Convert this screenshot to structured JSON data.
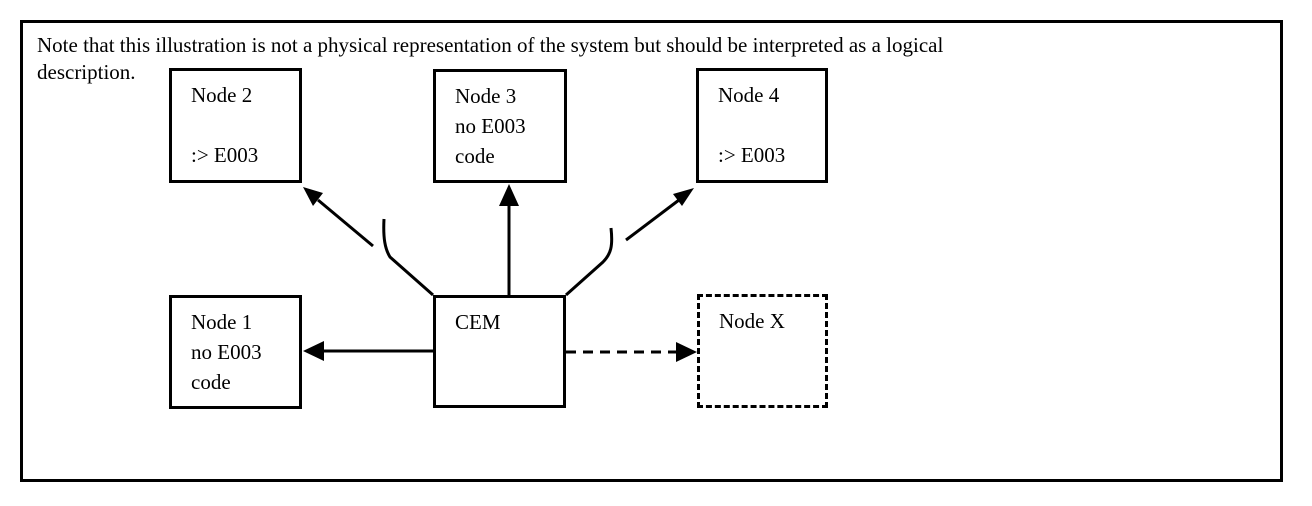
{
  "note": {
    "lines": [
      "Note that this illustration is not a physical representation of the system but should be interpreted as a logical",
      "description."
    ]
  },
  "boxes": {
    "node2": {
      "lines": [
        "Node 2",
        "",
        ":> E003"
      ]
    },
    "node3": {
      "lines": [
        "Node 3",
        "no E003",
        "code"
      ]
    },
    "node4": {
      "lines": [
        "Node 4",
        "",
        ":> E003"
      ]
    },
    "node1": {
      "lines": [
        "Node 1",
        "no E003",
        "code"
      ]
    },
    "cem": {
      "lines": [
        "CEM"
      ]
    },
    "nodex": {
      "lines": [
        "Node X"
      ]
    }
  },
  "colors": {
    "line": "#000000",
    "background": "#ffffff"
  }
}
